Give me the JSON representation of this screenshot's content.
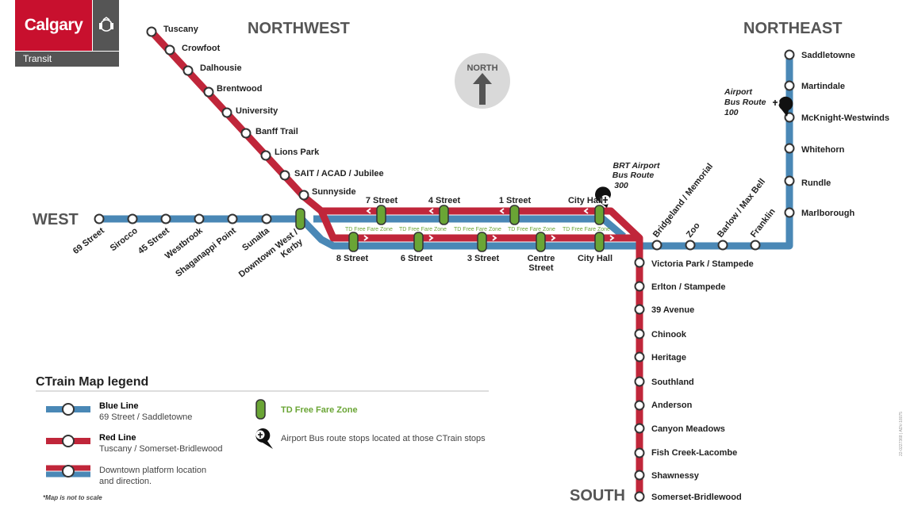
{
  "logo": {
    "name": "Calgary",
    "division": "Transit"
  },
  "regions": {
    "northwest": "NORTHWEST",
    "northeast": "NORTHEAST",
    "west": "WEST",
    "south": "SOUTH"
  },
  "compass": {
    "label": "NORTH",
    "icon": "north-arrow-icon"
  },
  "colors": {
    "red_line": "#c0263a",
    "blue_line": "#4a88b6",
    "free_zone": "#6aa535",
    "text": "#222222"
  },
  "stations": {
    "tuscany": "Tuscany",
    "crowfoot": "Crowfoot",
    "dalhousie": "Dalhousie",
    "brentwood": "Brentwood",
    "university": "University",
    "banff_trail": "Banff Trail",
    "lions_park": "Lions Park",
    "sait": "SAIT / ACAD / Jubilee",
    "sunnyside": "Sunnyside",
    "street69": "69 Street",
    "sirocco": "Sirocco",
    "street45": "45 Street",
    "westbrook": "Westbrook",
    "shaganappi": "Shaganappi Point",
    "sunalta": "Sunalta",
    "downtown_west": "Downtown West /",
    "kerby": "Kerby",
    "street7": "7 Street",
    "street4": "4 Street",
    "street1": "1 Street",
    "city_hall_n": "City Hall",
    "street8": "8 Street",
    "street6": "6 Street",
    "street3": "3 Street",
    "centre1": "Centre",
    "centre2": "Street",
    "city_hall_s": "City Hall",
    "bridgeland": "Bridgeland / Memorial",
    "zoo": "Zoo",
    "barlow": "Barlow / Max Bell",
    "franklin": "Franklin",
    "marlborough": "Marlborough",
    "rundle": "Rundle",
    "whitehorn": "Whitehorn",
    "mcknight": "McKnight-Westwinds",
    "martindale": "Martindale",
    "saddletowne": "Saddletowne",
    "victoria_park": "Victoria Park / Stampede",
    "erlton": "Erlton / Stampede",
    "avenue39": "39 Avenue",
    "chinook": "Chinook",
    "heritage": "Heritage",
    "southland": "Southland",
    "anderson": "Anderson",
    "canyon_meadows": "Canyon Meadows",
    "fish_creek": "Fish Creek-Lacombe",
    "shawnessy": "Shawnessy",
    "somerset": "Somerset-Bridlewood"
  },
  "free_zone_label": "TD Free Fare Zone",
  "airport_notes": {
    "brt": [
      "BRT Airport",
      "Bus Route",
      "300"
    ],
    "ne": [
      "Airport",
      "Bus Route",
      "100"
    ]
  },
  "legend": {
    "title": "CTrain Map legend",
    "blue_title": "Blue Line",
    "blue_sub": "69 Street / Saddletowne",
    "red_title": "Red Line",
    "red_sub": "Tuscany / Somerset-Bridlewood",
    "platform_line1": "Downtown platform location",
    "platform_line2": "and direction.",
    "free_zone": "TD Free Fare Zone",
    "airport": "Airport Bus route stops located at those CTrain stops"
  },
  "footnote": "*Map is not to scale",
  "doc_code": "22-0227368 | ADV-18075"
}
